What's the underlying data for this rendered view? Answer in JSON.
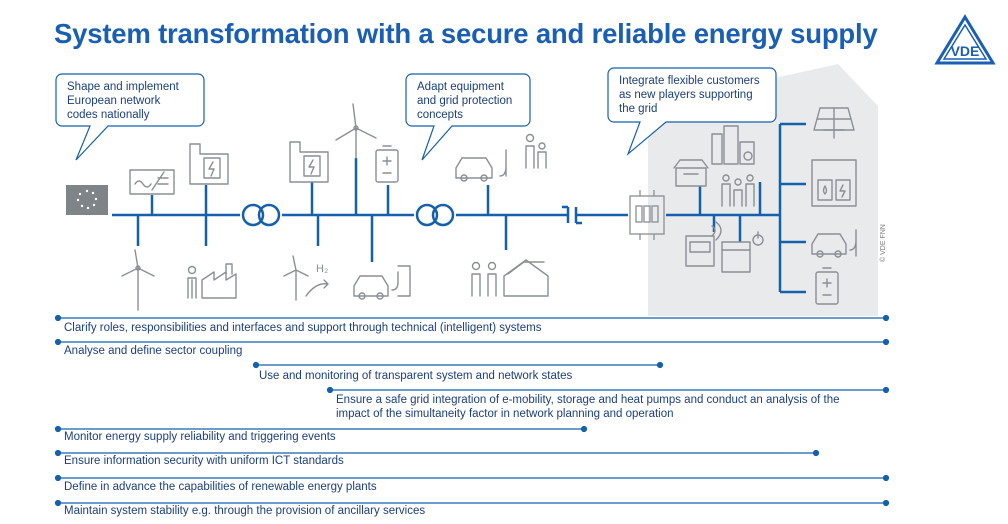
{
  "title": "System transformation with a secure and reliable energy supply",
  "logo_text": "VDE",
  "callouts": {
    "c1": {
      "lines": [
        "Shape and implement",
        "European network",
        "codes nationally"
      ]
    },
    "c2": {
      "lines": [
        "Adapt equipment",
        "and grid protection",
        "concepts"
      ]
    },
    "c3": {
      "lines": [
        "Integrate flexible customers",
        "as new players supporting",
        "the grid"
      ]
    }
  },
  "labels": {
    "h2": "H₂",
    "copyright": "© VDE FNN"
  },
  "colors": {
    "title": "#1a5fb4",
    "line": "#1560ad",
    "icon": "#8a8f96",
    "panel": "#e9eaeb"
  },
  "bars": [
    {
      "text": "Clarify roles, responsibilities and interfaces and support through technical (intelligent) systems"
    },
    {
      "text": "Analyse and define sector coupling"
    },
    {
      "text": "Use and monitoring of transparent system and network states"
    },
    {
      "lines": [
        "Ensure a safe grid integration of e-mobility, storage and heat pumps and conduct an analysis of the",
        "impact of the simultaneity factor in network planning and operation"
      ]
    },
    {
      "text": "Monitor energy supply reliability and triggering events"
    },
    {
      "text": "Ensure information security with uniform ICT standards"
    },
    {
      "text": "Define in advance the capabilities of renewable energy plants"
    },
    {
      "text": "Maintain system stability e.g. through the provision of ancillary services"
    }
  ]
}
